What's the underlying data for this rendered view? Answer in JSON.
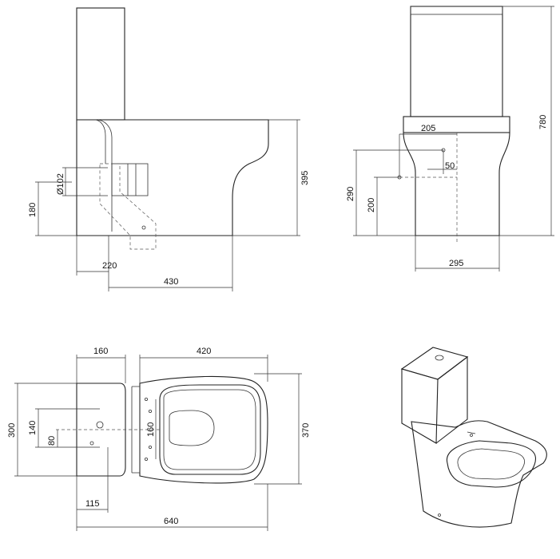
{
  "side_view": {
    "dim_outlet_dia": "Ø102",
    "dim_outlet_height": "180",
    "dim_height_pan": "395",
    "dim_outlet_setback": "220",
    "dim_projection": "430"
  },
  "front_view": {
    "dim_total_height": "780",
    "dim_inlet_width": "205",
    "dim_inlet_offset": "50",
    "dim_height_290": "290",
    "dim_height_200": "200",
    "dim_base_width": "295"
  },
  "plan_view": {
    "dim_cistern_depth": "160",
    "dim_pan_length": "420",
    "dim_width_300": "300",
    "dim_140": "140",
    "dim_80": "80",
    "dim_160_holes": "160",
    "dim_width_370": "370",
    "dim_115": "115",
    "dim_overall_640": "640"
  }
}
